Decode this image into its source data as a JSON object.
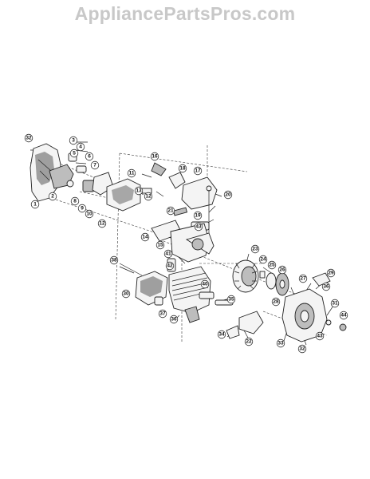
{
  "watermark": "AppliancePartsPros.com",
  "colors": {
    "watermark": "#c8c8c8",
    "line": "#222222",
    "background": "#ffffff"
  },
  "callouts": [
    "1",
    "2",
    "3",
    "4",
    "5",
    "6",
    "7",
    "8",
    "9",
    "10",
    "11",
    "12",
    "13",
    "14",
    "15",
    "16",
    "17",
    "18",
    "19",
    "20",
    "21",
    "22",
    "23",
    "24",
    "25",
    "26",
    "27",
    "28",
    "29",
    "30",
    "31",
    "32",
    "33",
    "34",
    "35",
    "36",
    "37",
    "38",
    "39",
    "40",
    "41",
    "42",
    "43",
    "44"
  ]
}
